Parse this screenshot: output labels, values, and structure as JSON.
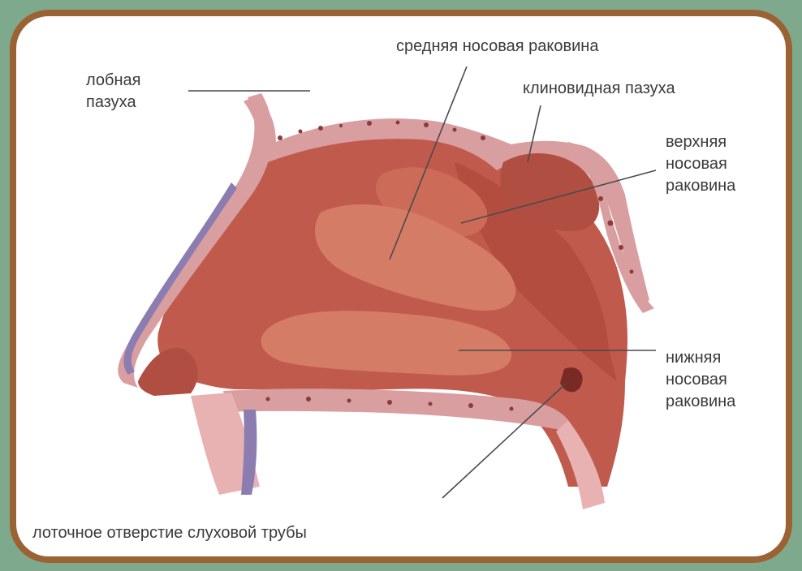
{
  "labels": {
    "frontal_sinus": [
      "лобная",
      "пазуха"
    ],
    "middle_concha": "средняя носовая раковина",
    "sphenoid_sinus": "клиновидная пазуха",
    "superior_concha": [
      "верхняя",
      "носовая",
      "раковина"
    ],
    "inferior_concha": [
      "нижняя",
      "носовая",
      "раковина"
    ],
    "eustachian_opening": "лоточное отверстие слуховой трубы"
  },
  "colors": {
    "background": "#7fa98d",
    "frame": "#9b6334",
    "cavity": "#c05a4c",
    "concha": "#d57c66",
    "bone": "#d99ea0",
    "bone_pores": "#8c3a3e",
    "cartilage": "#8c7db0",
    "skin": "#e8b2b2"
  }
}
